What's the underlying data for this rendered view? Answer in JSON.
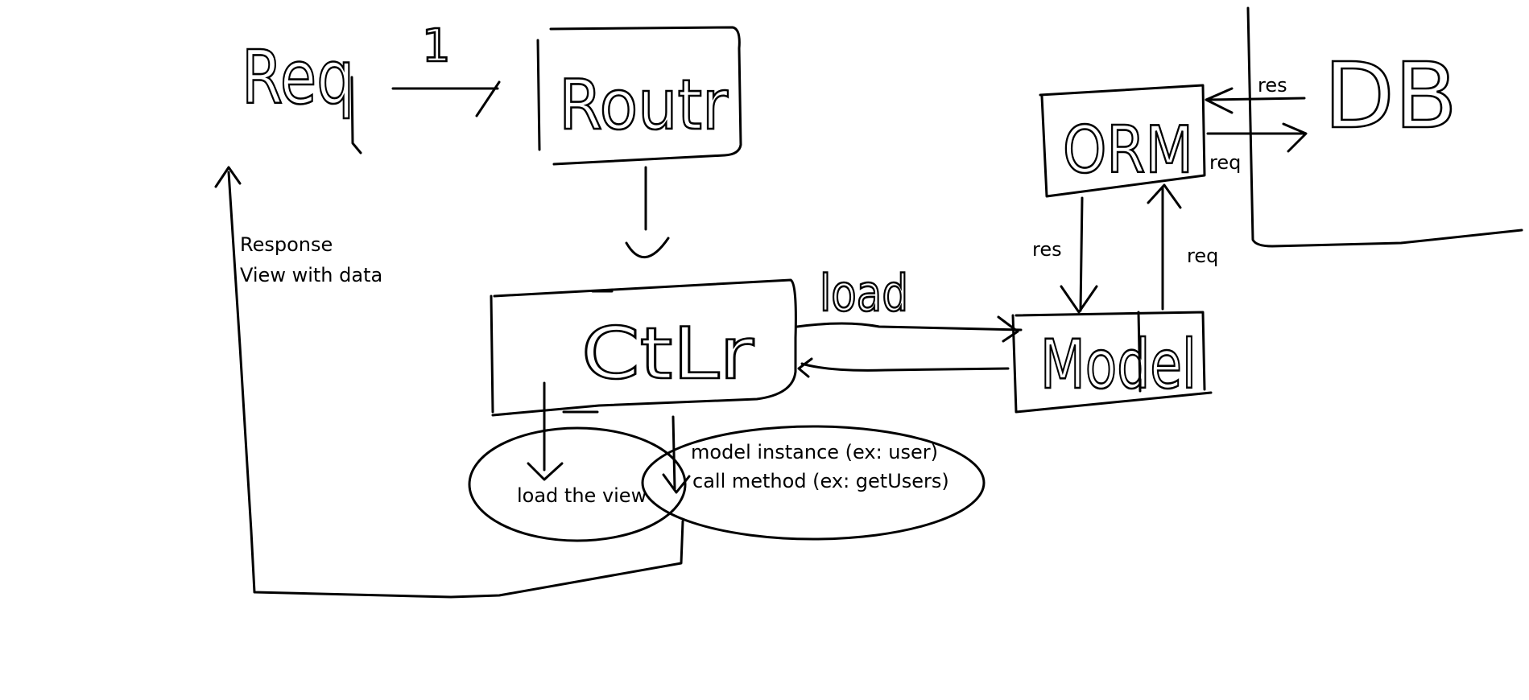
{
  "diagram": {
    "nodes": {
      "req": "Req",
      "router": "Routr",
      "controller": "CtLr",
      "model": "Model",
      "orm": "ORM",
      "db": "DB"
    },
    "edge_labels": {
      "req_to_router_step": "1",
      "ctlr_to_model": "load",
      "orm_to_db": "req",
      "db_to_orm": "res",
      "orm_to_model": "res",
      "model_to_orm": "req"
    },
    "notes": {
      "response_line1": "Response",
      "response_line2": "View with data",
      "load_view": "load the view",
      "model_instance": "model instance (ex: user)",
      "call_method": "call method (ex: getUsers)"
    }
  }
}
